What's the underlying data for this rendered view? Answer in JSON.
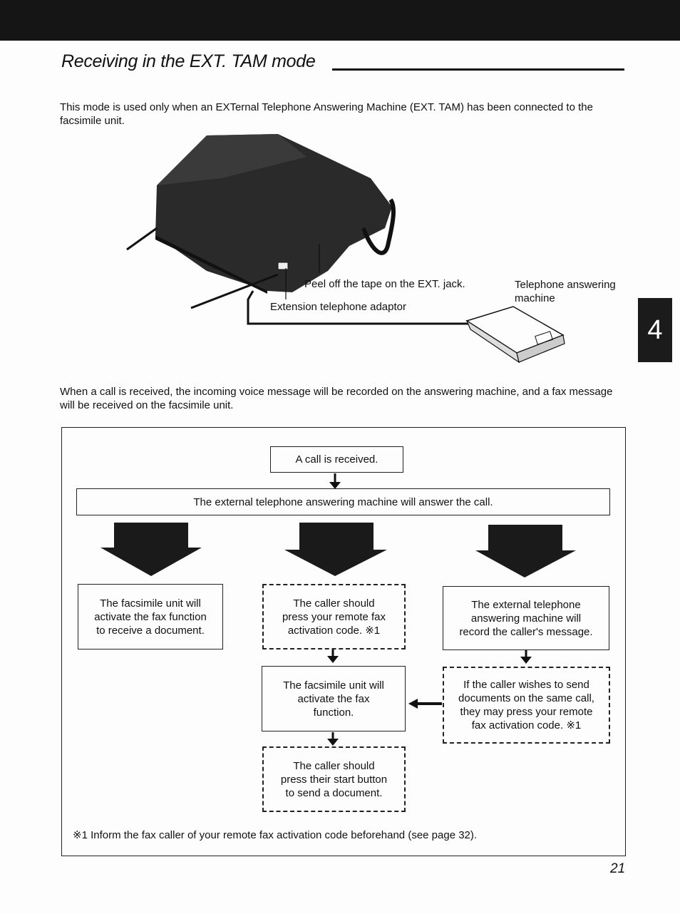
{
  "header": {
    "section_title": "Receiving in the EXT. TAM mode"
  },
  "intro": {
    "text": "This mode is used only when an EXTernal Telephone Answering Machine (EXT. TAM) has been connected to the facsimile unit."
  },
  "illustration": {
    "callout_tape": "Peel off the tape on the EXT. jack.",
    "callout_adaptor": "Extension telephone adaptor",
    "callout_tam_line1": "Telephone answering",
    "callout_tam_line2": "machine"
  },
  "chapter_tab": "4",
  "description": {
    "text": "When a call is received, the incoming voice message will be recorded on the answering machine, and a fax message will be received on the facsimile unit."
  },
  "flowchart": {
    "start": "A call is received.",
    "answer": "The external telephone answering machine will answer the call.",
    "left_branch": [
      "The facsimile unit will",
      "activate the fax function",
      "to receive a document."
    ],
    "middle_branch": [
      "The caller should",
      "press your remote fax",
      "activation code. ※1"
    ],
    "middle_result": [
      "The facsimile unit will",
      "activate the fax",
      "function."
    ],
    "middle_final": [
      "The caller should",
      "press their start button",
      "to send a document."
    ],
    "right_branch": [
      "The external telephone",
      "answering machine will",
      "record the caller's message."
    ],
    "right_option": [
      "If the caller wishes to send",
      "documents on the same call,",
      "they may press your remote",
      "fax activation code. ※1"
    ]
  },
  "footnote": "※1 Inform the fax caller of your remote fax activation code beforehand (see page 32).",
  "page_number": "21",
  "colors": {
    "ink": "#111111",
    "dark_fill": "#151515",
    "paper": "#fdfdfd"
  }
}
